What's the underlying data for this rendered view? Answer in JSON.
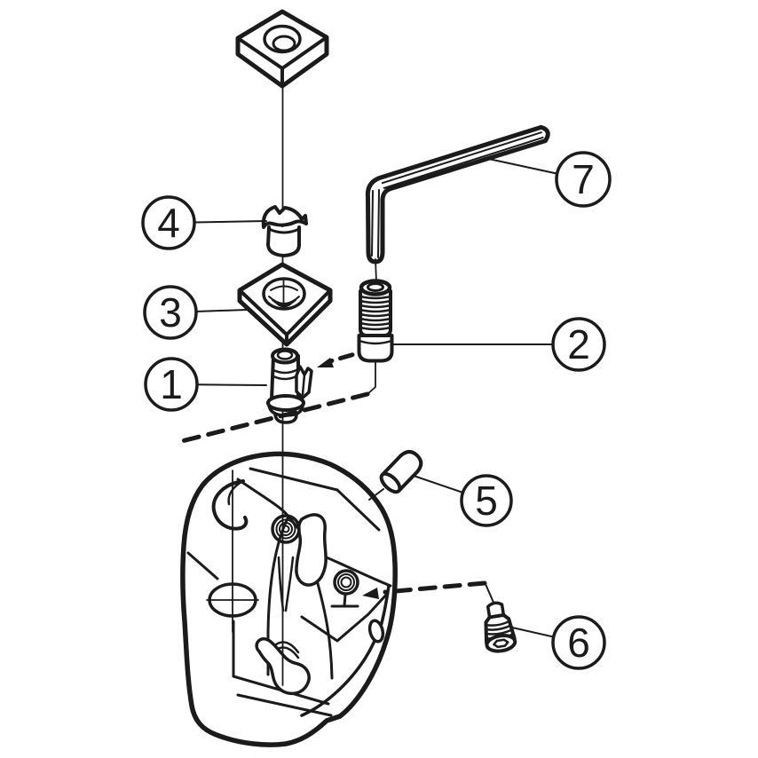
{
  "canvas": {
    "background": "#ffffff",
    "line_color": "#1b1b1b",
    "diagram_type": "exploded-assembly-technical-drawing"
  },
  "callouts": [
    {
      "label": "1"
    },
    {
      "label": "2"
    },
    {
      "label": "3"
    },
    {
      "label": "4"
    },
    {
      "label": "5"
    },
    {
      "label": "6"
    },
    {
      "label": "7"
    }
  ]
}
